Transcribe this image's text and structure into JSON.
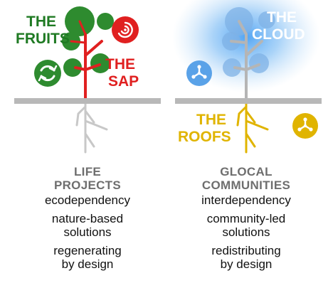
{
  "left": {
    "label_fruits_1": "THE",
    "label_fruits_2": "FRUITS",
    "label_sap_1": "THE",
    "label_sap_2": "SAP",
    "heading_1": "LIFE",
    "heading_2": "PROJECTS",
    "items": [
      "ecodependency",
      "nature-based",
      "solutions",
      "regenerating",
      "by design"
    ]
  },
  "right": {
    "label_cloud_1": "THE",
    "label_cloud_2": "CLOUD",
    "label_roofs_1": "THE",
    "label_roofs_2": "ROOFS",
    "heading_1": "GLOCAL",
    "heading_2": "COMMUNITIES",
    "items": [
      "interdependency",
      "community-led",
      "solutions",
      "redistributing",
      "by design"
    ]
  },
  "colors": {
    "tree_green": "#2e8b2f",
    "dark_green": "#1f7a23",
    "sap_red": "#e02020",
    "cloud_blue": "#5aa2e8",
    "roof_gold": "#e0b400",
    "ground_gray": "#b8b8b8",
    "heading_gray": "#6e6e6e"
  },
  "icons": {
    "spiral": "spiral-icon",
    "recycle": "recycle-icon",
    "network_blue": "network-nodes-icon",
    "network_gold": "network-nodes-icon"
  }
}
